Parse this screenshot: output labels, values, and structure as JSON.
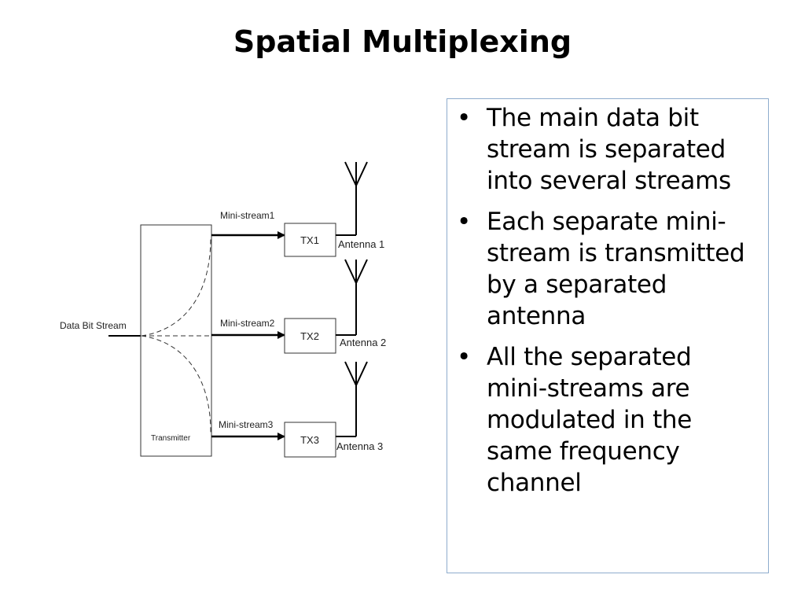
{
  "slide": {
    "title": "Spatial Multiplexing"
  },
  "diagram": {
    "input_label": "Data Bit Stream",
    "transmitter_label": "Transmitter",
    "branches": [
      {
        "stream_label": "Mini-stream1",
        "tx_label": "TX1",
        "antenna_label": "Antenna 1"
      },
      {
        "stream_label": "Mini-stream2",
        "tx_label": "TX2",
        "antenna_label": "Antenna 2"
      },
      {
        "stream_label": "Mini-stream3",
        "tx_label": "TX3",
        "antenna_label": "Antenna 3"
      }
    ]
  },
  "bullets": [
    "The main data bit stream is separated into several streams",
    "Each separate mini-stream is transmitted by a separated antenna",
    "All the separated mini-streams are modulated in the same frequency channel"
  ],
  "bullet_symbol": "•",
  "colors": {
    "box_border": "#8eaccd",
    "diagram_line": "#000000"
  }
}
